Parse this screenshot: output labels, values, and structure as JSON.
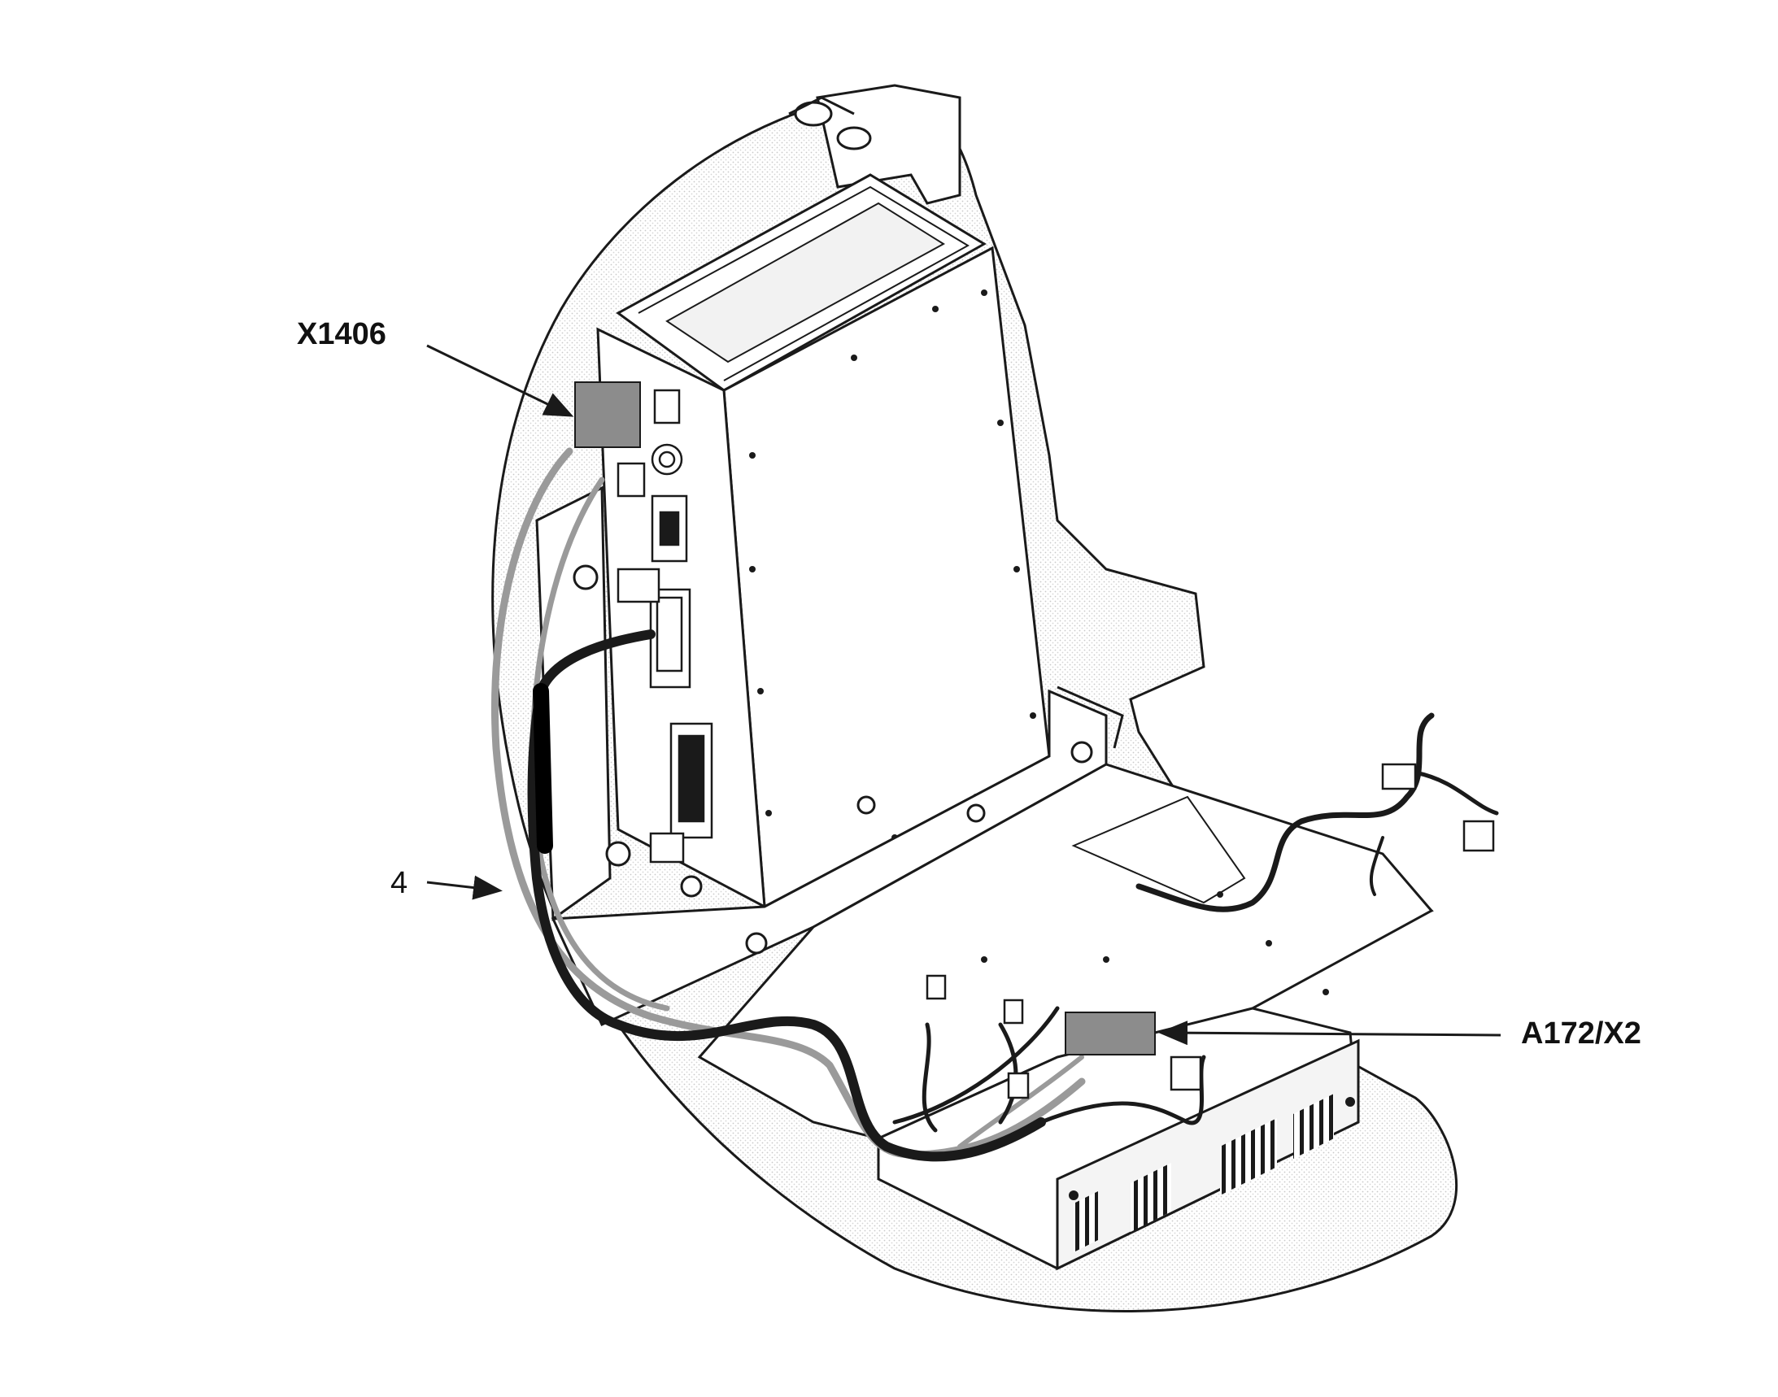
{
  "colors": {
    "line": "#1a1a1a",
    "panel": "#ffffff",
    "shade": "#e6e6e6",
    "highlight": "#8c8c8c",
    "harness_grey": "#9a9a9a",
    "harness_dark": "#1a1a1a"
  },
  "callouts": {
    "x1406": "X1406",
    "item_4": "4",
    "a172_x2": "A172/X2"
  },
  "icons": [
    "arrow-icon"
  ]
}
